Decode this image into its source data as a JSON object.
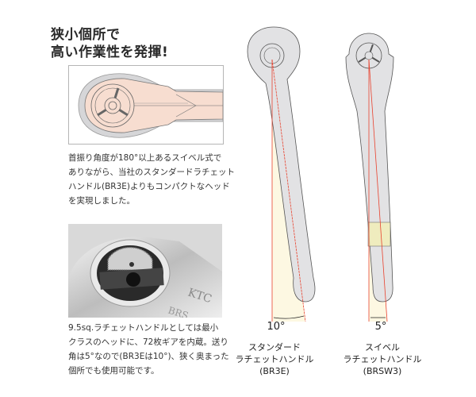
{
  "headline": {
    "line1": "狭小個所で",
    "line2": "高い作業性を発揮!"
  },
  "paragraph_swivel": {
    "lines": [
      "首振り角度が180°以上あるスイベル式で",
      "ありながら、当社のスタンダードラチェット",
      "ハンドル(BR3E)よりもコンパクトなヘッド",
      "を実現しました。"
    ]
  },
  "paragraph_gear": {
    "lines": [
      "9.5sq.ラチェットハンドルとしては最小",
      "クラスのヘッドに、72枚ギアを内蔵。送り",
      "角は5°なので(BR3Eは10°)、狭く奥まった",
      "個所でも使用可能です。"
    ]
  },
  "photo": {
    "engraving1": "KTC",
    "engraving2": "BRS"
  },
  "comparison": {
    "standard": {
      "angle": "10°",
      "name_line1": "スタンダード",
      "name_line2": "ラチェットハンドル",
      "model": "(BR3E)"
    },
    "swivel": {
      "angle": "5°",
      "name_line1": "スイベル",
      "name_line2": "ラチェットハンドル",
      "model": "(BRSW3)"
    }
  },
  "colors": {
    "angle_line": "#e8422e",
    "sweep_fill": "#fdf8e2",
    "tool_gray": "#e2e2e4",
    "head_fill": "#f7ddd0"
  }
}
